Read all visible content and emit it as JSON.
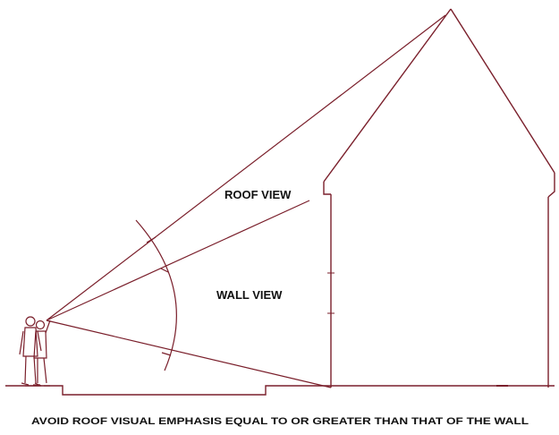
{
  "diagram": {
    "labels": {
      "roof_view": "ROOF VIEW",
      "wall_view": "WALL VIEW"
    },
    "caption": "AVOID ROOF VISUAL EMPHASIS EQUAL TO OR GREATER THAN THAT OF THE WALL"
  },
  "colors": {
    "line": "#7a1f2b",
    "text": "#111111"
  },
  "icons": [
    "viewer-figures-icon"
  ]
}
